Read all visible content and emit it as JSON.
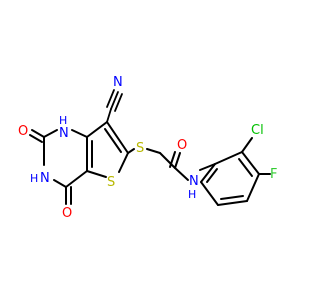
{
  "atoms": {
    "n_cyano": {
      "text": "N",
      "color": "#0000ff"
    },
    "nh1": {
      "text": "N",
      "h": "H",
      "color": "#0000ff"
    },
    "o2": {
      "text": "O",
      "color": "#ff0000"
    },
    "hn3": {
      "text": "N",
      "h": "H",
      "color": "#0000ff"
    },
    "o4": {
      "text": "O",
      "color": "#ff0000"
    },
    "s_ring": {
      "text": "S",
      "color": "#b8b800"
    },
    "s_link": {
      "text": "S",
      "color": "#b8b800"
    },
    "o_amide": {
      "text": "O",
      "color": "#ff0000"
    },
    "n_amide": {
      "text": "N",
      "h": "H",
      "color": "#0000ff"
    },
    "cl": {
      "text": "Cl",
      "color": "#00c000"
    },
    "f": {
      "text": "F",
      "color": "#33cc33"
    }
  }
}
